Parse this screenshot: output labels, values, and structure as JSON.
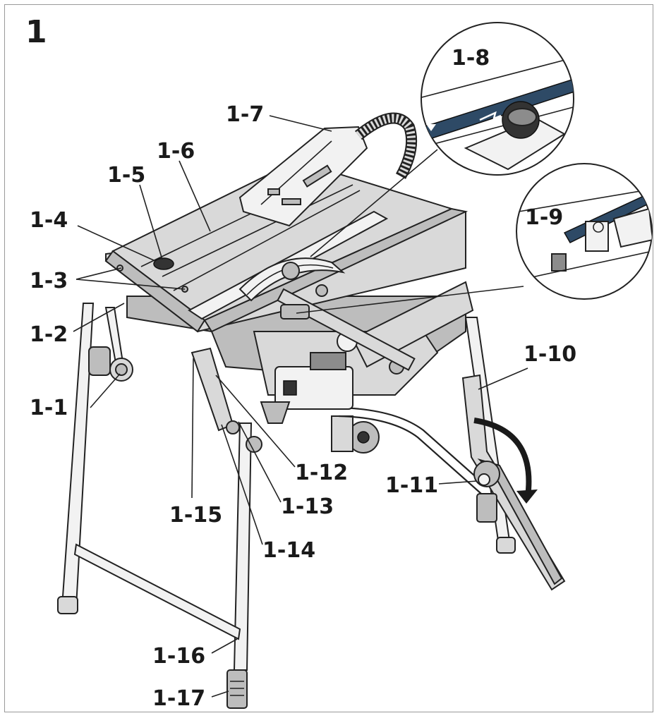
{
  "figure_number": "1",
  "callouts": [
    {
      "id": "1-1",
      "text": "1-1"
    },
    {
      "id": "1-2",
      "text": "1-2"
    },
    {
      "id": "1-3",
      "text": "1-3"
    },
    {
      "id": "1-4",
      "text": "1-4"
    },
    {
      "id": "1-5",
      "text": "1-5"
    },
    {
      "id": "1-6",
      "text": "1-6"
    },
    {
      "id": "1-7",
      "text": "1-7"
    },
    {
      "id": "1-8",
      "text": "1-8"
    },
    {
      "id": "1-9",
      "text": "1-9"
    },
    {
      "id": "1-10",
      "text": "1-10"
    },
    {
      "id": "1-11",
      "text": "1-11"
    },
    {
      "id": "1-12",
      "text": "1-12"
    },
    {
      "id": "1-13",
      "text": "1-13"
    },
    {
      "id": "1-14",
      "text": "1-14"
    },
    {
      "id": "1-15",
      "text": "1-15"
    },
    {
      "id": "1-16",
      "text": "1-16"
    },
    {
      "id": "1-17",
      "text": "1-17"
    }
  ],
  "colors": {
    "ink": "#1a1a1a",
    "panel": "#d9d9d9",
    "frame": "#9a9a9a",
    "scale_strip": "#2e4a66"
  }
}
